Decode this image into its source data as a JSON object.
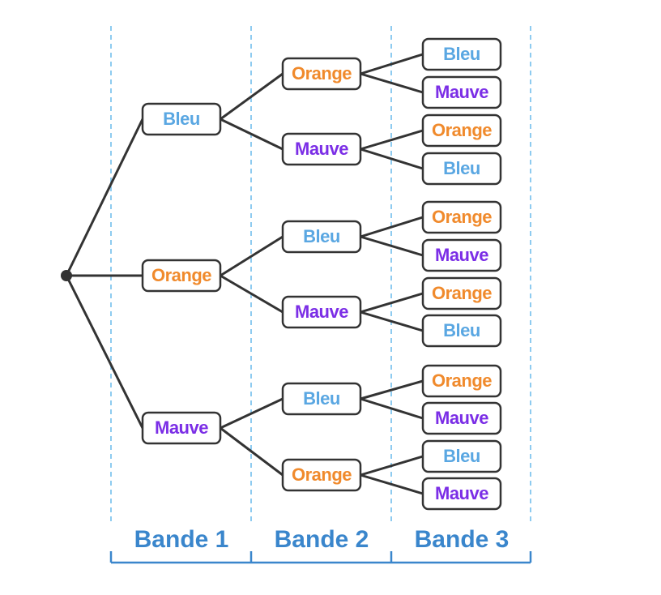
{
  "colors": {
    "Bleu": "#5aa7e2",
    "Orange": "#f08a2c",
    "Mauve": "#7b2ee6",
    "band_label": "#3a86cc",
    "guide": "#8ecbf0",
    "edge": "#333333",
    "box_border": "#333333"
  },
  "bands": [
    "Bande 1",
    "Bande 2",
    "Bande 3"
  ],
  "tree": {
    "children": [
      {
        "label": "Bleu",
        "children": [
          {
            "label": "Orange",
            "children": [
              {
                "label": "Bleu"
              },
              {
                "label": "Mauve"
              }
            ]
          },
          {
            "label": "Mauve",
            "children": [
              {
                "label": "Orange"
              },
              {
                "label": "Bleu"
              }
            ]
          }
        ]
      },
      {
        "label": "Orange",
        "children": [
          {
            "label": "Bleu",
            "children": [
              {
                "label": "Orange"
              },
              {
                "label": "Mauve"
              }
            ]
          },
          {
            "label": "Mauve",
            "children": [
              {
                "label": "Orange"
              },
              {
                "label": "Bleu"
              }
            ]
          }
        ]
      },
      {
        "label": "Mauve",
        "children": [
          {
            "label": "Bleu",
            "children": [
              {
                "label": "Orange"
              },
              {
                "label": "Mauve"
              }
            ]
          },
          {
            "label": "Orange",
            "children": [
              {
                "label": "Bleu"
              },
              {
                "label": "Mauve"
              }
            ]
          }
        ]
      }
    ]
  }
}
